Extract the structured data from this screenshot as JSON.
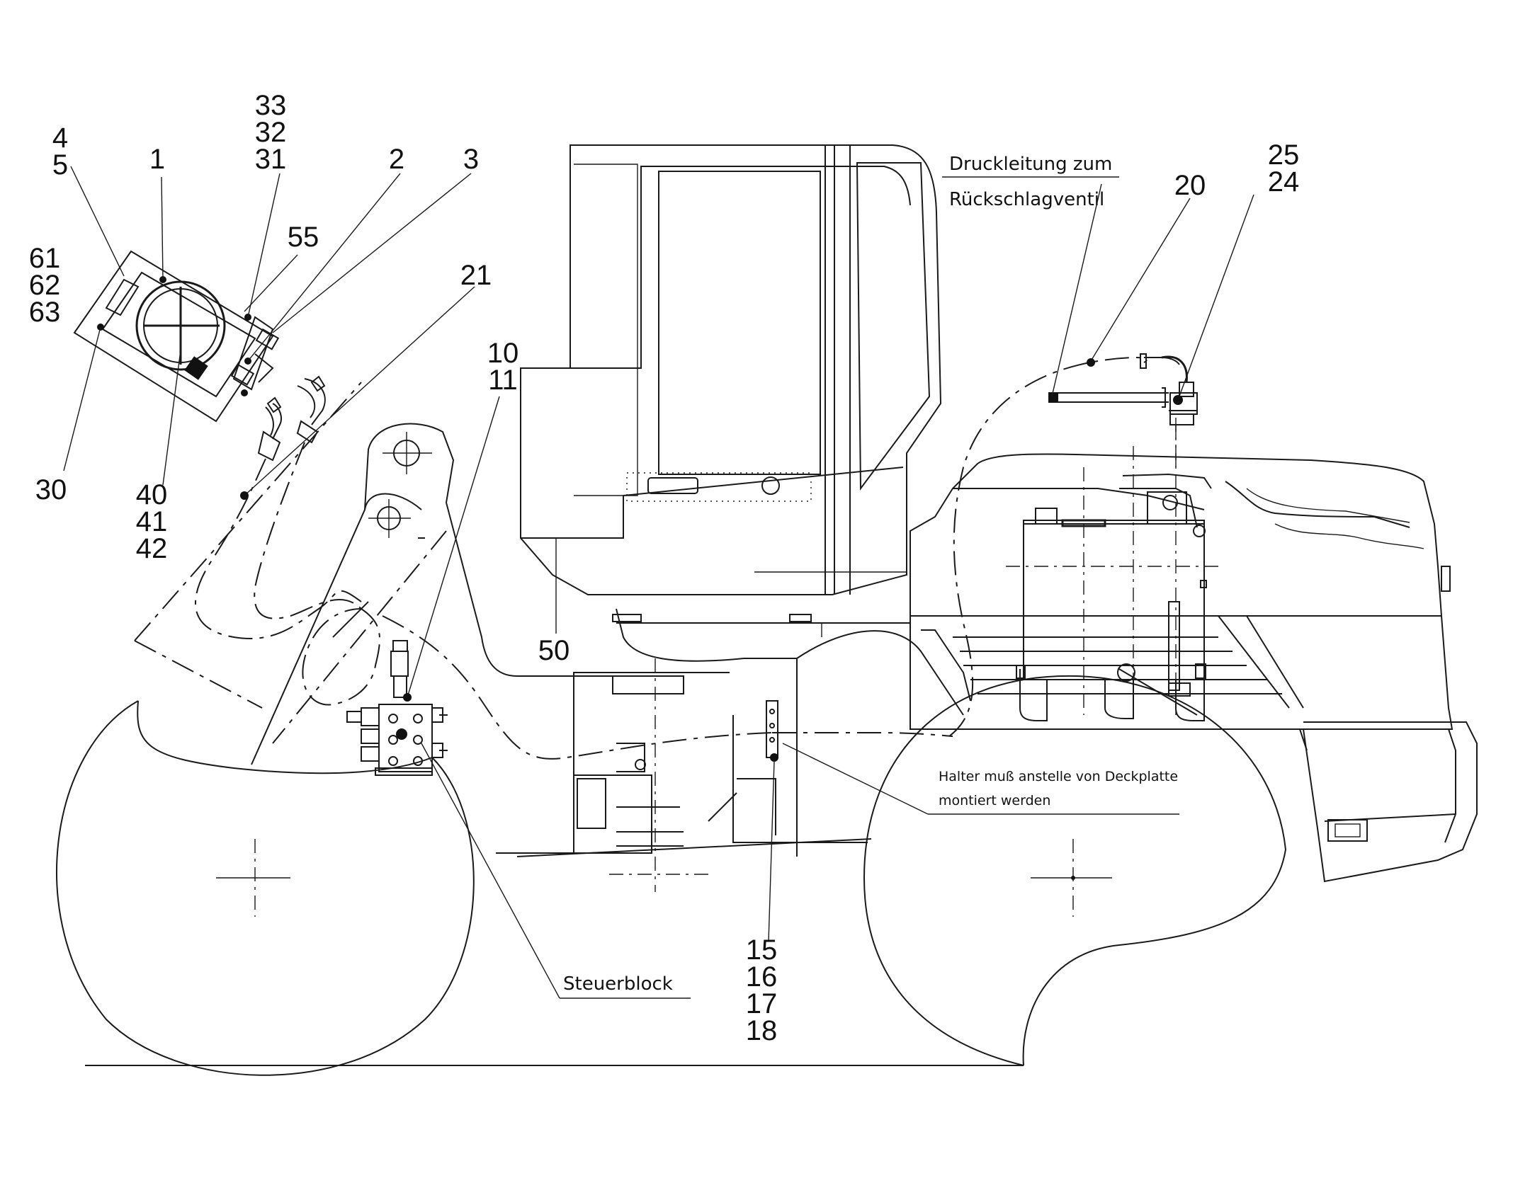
{
  "callouts": {
    "c4_5": [
      "4",
      "5"
    ],
    "c1": "1",
    "c33_31": [
      "33",
      "32",
      "31"
    ],
    "c2": "2",
    "c3": "3",
    "c61_63": [
      "61",
      "62",
      "63"
    ],
    "c55": "55",
    "c21": "21",
    "c10_11": [
      "10",
      "11"
    ],
    "c30": "30",
    "c40_42": [
      "40",
      "41",
      "42"
    ],
    "c50": "50",
    "c20": "20",
    "c25_24": [
      "25",
      "24"
    ],
    "c15_18": [
      "15",
      "16",
      "17",
      "18"
    ]
  },
  "notes": {
    "druckleitung_line1": "Druckleitung zum",
    "druckleitung_line2": "Rückschlagventil",
    "halter_line1": "Halter muß anstelle von Deckplatte",
    "halter_line2": "montiert werden",
    "steuerblock": "Steuerblock"
  }
}
